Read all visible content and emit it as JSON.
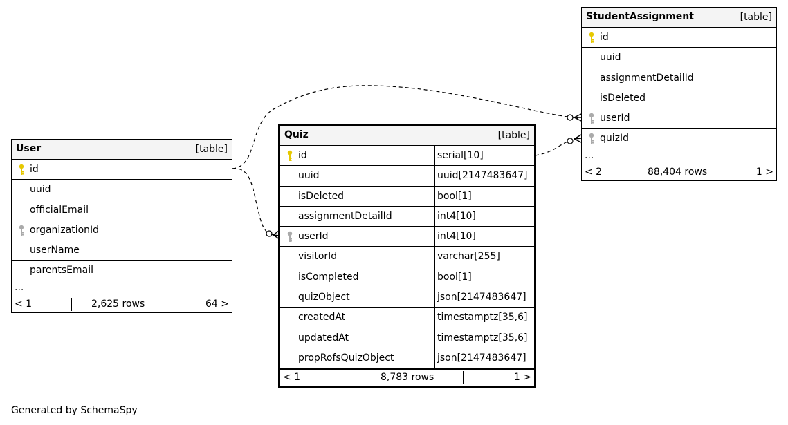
{
  "tables": {
    "user": {
      "name": "User",
      "type": "[table]",
      "columns": [
        {
          "name": "id",
          "key": "primary"
        },
        {
          "name": "uuid",
          "key": "none"
        },
        {
          "name": "officialEmail",
          "key": "none"
        },
        {
          "name": "organizationId",
          "key": "foreign"
        },
        {
          "name": "userName",
          "key": "none"
        },
        {
          "name": "parentsEmail",
          "key": "none"
        }
      ],
      "ellipsis": "...",
      "footer": {
        "parents": "< 1",
        "rows": "2,625 rows",
        "children": "64 >"
      }
    },
    "quiz": {
      "name": "Quiz",
      "type": "[table]",
      "columns": [
        {
          "name": "id",
          "type": "serial[10]",
          "key": "primary"
        },
        {
          "name": "uuid",
          "type": "uuid[2147483647]",
          "key": "none"
        },
        {
          "name": "isDeleted",
          "type": "bool[1]",
          "key": "none"
        },
        {
          "name": "assignmentDetailId",
          "type": "int4[10]",
          "key": "none"
        },
        {
          "name": "userId",
          "type": "int4[10]",
          "key": "foreign"
        },
        {
          "name": "visitorId",
          "type": "varchar[255]",
          "key": "none"
        },
        {
          "name": "isCompleted",
          "type": "bool[1]",
          "key": "none"
        },
        {
          "name": "quizObject",
          "type": "json[2147483647]",
          "key": "none"
        },
        {
          "name": "createdAt",
          "type": "timestamptz[35,6]",
          "key": "none"
        },
        {
          "name": "updatedAt",
          "type": "timestamptz[35,6]",
          "key": "none"
        },
        {
          "name": "propRofsQuizObject",
          "type": "json[2147483647]",
          "key": "none"
        }
      ],
      "footer": {
        "parents": "< 1",
        "rows": "8,783 rows",
        "children": "1 >"
      }
    },
    "student_assignment": {
      "name": "StudentAssignment",
      "type": "[table]",
      "columns": [
        {
          "name": "id",
          "key": "primary"
        },
        {
          "name": "uuid",
          "key": "none"
        },
        {
          "name": "assignmentDetailId",
          "key": "none"
        },
        {
          "name": "isDeleted",
          "key": "none"
        },
        {
          "name": "userId",
          "key": "foreign"
        },
        {
          "name": "quizId",
          "key": "foreign"
        }
      ],
      "ellipsis": "...",
      "footer": {
        "parents": "< 2",
        "rows": "88,404 rows",
        "children": "1 >"
      }
    }
  },
  "colors": {
    "primary_key": "#e6c800",
    "foreign_key": "#aaaaaa",
    "header_bg": "#f4f4f4"
  },
  "generated_by": "Generated by SchemaSpy"
}
